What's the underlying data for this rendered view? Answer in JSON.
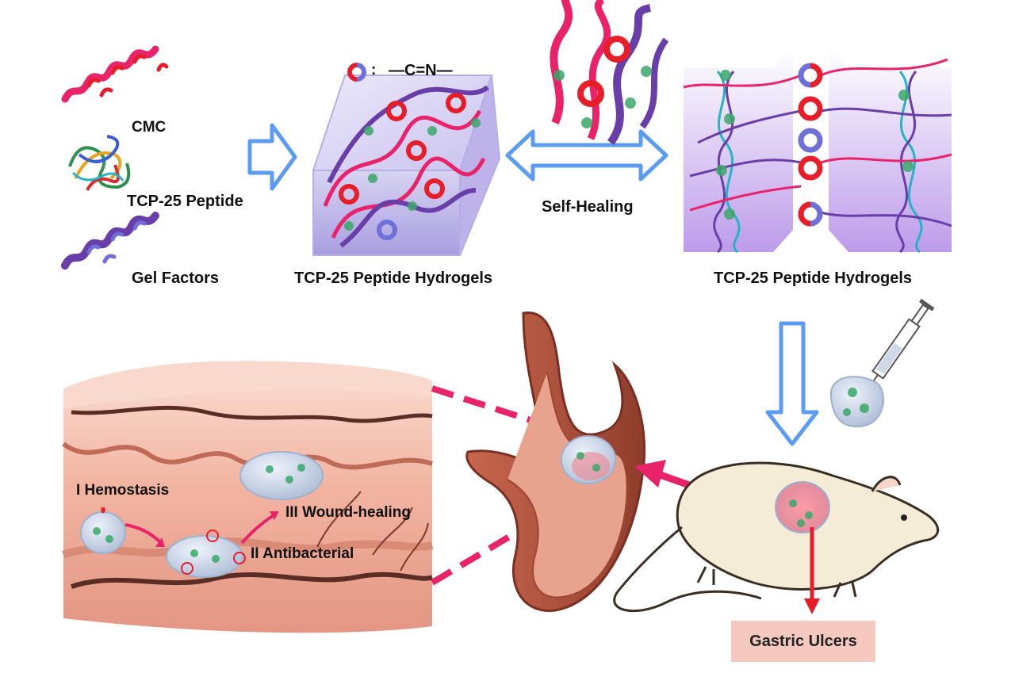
{
  "labels": {
    "cmc": "CMC",
    "tcp_peptide": "TCP-25 Peptide",
    "gel_factors": "Gel Factors",
    "bond_formula": "—C=N—",
    "bond_colon": ":",
    "hydrogels_left": "TCP-25 Peptide Hydrogels",
    "self_healing": "Self-Healing",
    "hydrogels_right": "TCP-25 Peptide Hydrogels",
    "step_hemostasis": "I Hemostasis",
    "step_antibacterial": "II Antibacterial",
    "step_wound_healing": "III Wound-healing",
    "gastric_ulcers": "Gastric Ulcers"
  },
  "colors": {
    "cmc_red": "#e8236a",
    "gel_purple": "#6a3ea8",
    "imine_red": "#e61e2a",
    "imine_blue": "#6f6fd8",
    "arrow_blue": "#5b9cf0",
    "tissue_pink": "#f3b6a6",
    "stomach_brown": "#b85a45",
    "ulcer_box": "#f6c9c0",
    "pointer_pink": "#e8236a",
    "rat_body": "#f5ecd7"
  }
}
